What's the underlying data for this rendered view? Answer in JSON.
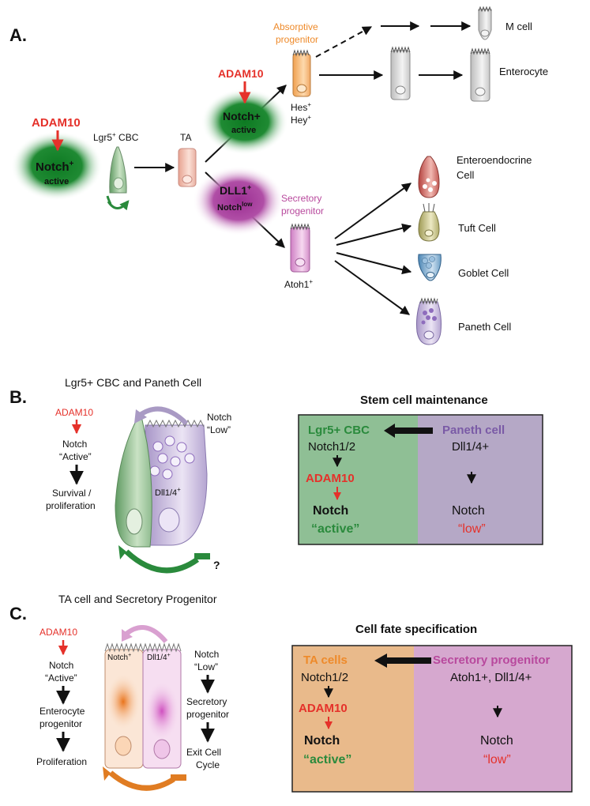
{
  "panel_a": {
    "letter": "A.",
    "adam10_left": "ADAM10",
    "notch_left": "Notch",
    "notch_left_sup": "+",
    "active_left": "active",
    "lgr5_label": "Lgr5",
    "lgr5_sup": "+",
    "lgr5_suffix": " CBC",
    "ta_label": "TA",
    "absorptive_line1": "Absorptive",
    "absorptive_line2": "progenitor",
    "adam10_top": "ADAM10",
    "notch_top": "Notch+",
    "active_top": "active",
    "hes_label": "Hes",
    "hey_label": "Hey",
    "plus_sup": "+",
    "dll1_label": "DLL1",
    "dll1_sup": "+",
    "notch_low_label": "Notch",
    "notch_low_sup": "low",
    "secretory_line1": "Secretory",
    "secretory_line2": "progenitor",
    "atoh1_label": "Atoh1",
    "atoh1_sup": "+",
    "m_cell": "M cell",
    "enterocyte": "Enterocyte",
    "enteroendocrine_line1": "Enteroendocrine",
    "enteroendocrine_line2": "Cell",
    "tuft": "Tuft Cell",
    "goblet": "Goblet Cell",
    "paneth": "Paneth Cell"
  },
  "panel_b": {
    "letter": "B.",
    "title": "Lgr5+ CBC  and  Paneth Cell",
    "adam10": "ADAM10",
    "notch": "Notch",
    "active_q": "“Active”",
    "survival_line1": "Survival /",
    "survival_line2": "proliferation",
    "notch_low_line1": "Notch",
    "notch_low_line2": "“Low”",
    "dll": "Dll1/4",
    "dll_sup": "+",
    "question": "?",
    "box_title": "Stem cell maintenance",
    "left_head": "Lgr5+ CBC",
    "left_notch12": "Notch1/2",
    "left_adam10": "ADAM10",
    "left_notch": "Notch",
    "left_active": "“active”",
    "right_head": "Paneth cell",
    "right_dll": "Dll1/4+",
    "right_notch": "Notch",
    "right_low": "“low”"
  },
  "panel_c": {
    "letter": "C.",
    "title": "TA cell and Secretory Progenitor",
    "adam10": "ADAM10",
    "notch": "Notch",
    "active_q": "“Active”",
    "entero_line1": "Enterocyte",
    "entero_line2": "progenitor",
    "proliferation": "Proliferation",
    "notch_plus": "Notch",
    "notch_plus_sup": "+",
    "dll": "Dll1/4",
    "dll_sup": "+",
    "notch_low_line1": "Notch",
    "notch_low_line2": "“Low”",
    "secretory_line1": "Secretory",
    "secretory_line2": "progenitor",
    "exit_line1": "Exit Cell",
    "exit_line2": "Cycle",
    "box_title": "Cell fate specification",
    "left_head": "TA cells",
    "left_notch12": "Notch1/2",
    "left_adam10": "ADAM10",
    "left_notch": "Notch",
    "left_active": "“active”",
    "right_head": "Secretory progenitor",
    "right_atoh": "Atoh1+, Dll1/4+",
    "right_notch": "Notch",
    "right_low": "“low”"
  },
  "colors": {
    "red": "#e5312a",
    "green": "#2a8a3c",
    "orange": "#ee8a2a",
    "magenta": "#b8499d",
    "purple": "#7a5aa6",
    "box_green": "#8fbf95",
    "box_purple": "#b5a8c6",
    "box_orange": "#e9ba8b",
    "box_pink": "#d6a8cf"
  }
}
